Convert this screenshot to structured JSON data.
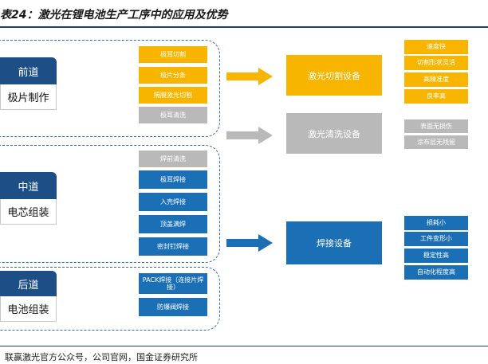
{
  "title": "表24：激光在锂电池生产工序中的应用及优势",
  "source": "联赢激光官方公众号，公司官网，国金证券研究所",
  "colors": {
    "yellow": "#f7b500",
    "gray": "#b9b9b9",
    "blue": "#1b6fb4",
    "navy": "#1d4f86"
  },
  "stages": [
    {
      "top": "前道",
      "bottom": "极片制作"
    },
    {
      "top": "中道",
      "bottom": "电芯组装"
    },
    {
      "top": "后道",
      "bottom": "电池组装"
    }
  ],
  "processes": {
    "front": [
      "极耳切割",
      "极片分条",
      "隔膜激光切割",
      "极耳清洗"
    ],
    "middle": [
      "焊前清洗",
      "极耳焊接",
      "入壳焊接",
      "顶盖满焊",
      "密封钉焊接"
    ],
    "back": [
      "PACK焊接（连接片焊接）",
      "防爆阀焊接"
    ]
  },
  "equipment": {
    "cutting": "激光切割设备",
    "cleaning": "激光清洗设备",
    "welding": "焊接设备"
  },
  "advantages": {
    "cutting": [
      "速度快",
      "切割形状灵活",
      "高精准度",
      "良率高"
    ],
    "cleaning": [
      "表面无损伤",
      "涂布层无残留"
    ],
    "welding": [
      "损耗小",
      "工件变形小",
      "稳定性高",
      "自动化程度高"
    ]
  }
}
